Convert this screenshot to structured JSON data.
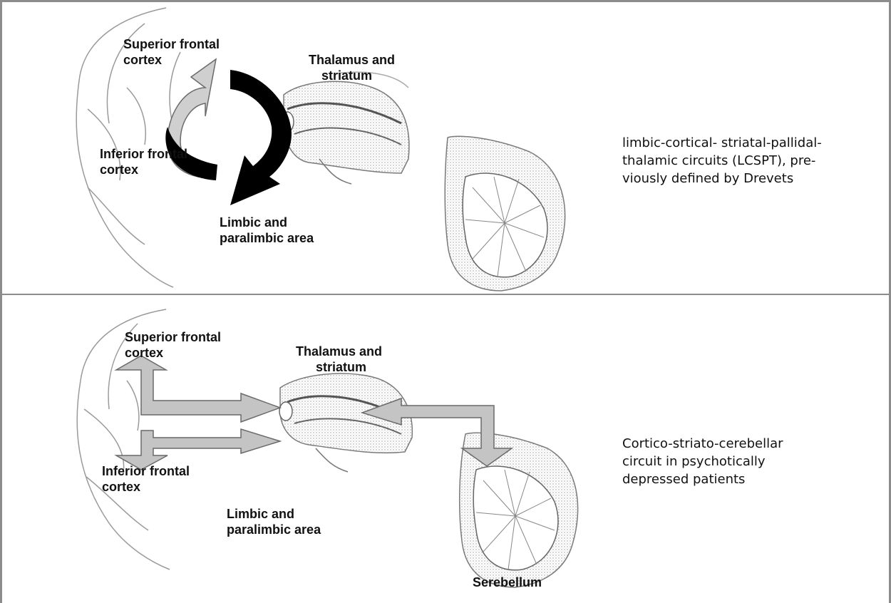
{
  "panels": [
    {
      "labels": {
        "superior_frontal": [
          "Superior frontal",
          "cortex"
        ],
        "thalamus": [
          "Thalamus and",
          "striatum"
        ],
        "inferior_frontal": [
          "Inferior frontal",
          "cortex"
        ],
        "limbic": [
          "Limbic and",
          "paralimbic area"
        ]
      },
      "caption": [
        "limbic-cortical- striatal-pallidal-",
        "thalamic circuits (LCSPT), pre-",
        "viously defined by Drevets"
      ]
    },
    {
      "labels": {
        "superior_frontal": [
          "Superior frontal",
          "cortex"
        ],
        "thalamus": [
          "Thalamus and",
          "striatum"
        ],
        "inferior_frontal": [
          "Inferior frontal",
          "cortex"
        ],
        "limbic": [
          "Limbic and",
          "paralimbic area"
        ],
        "cerebellum": "Serebellum"
      },
      "caption": [
        "Cortico-striato-cerebellar",
        "circuit in psychotically",
        "depressed patients"
      ]
    }
  ],
  "colors": {
    "border": "#8c8c8c",
    "arrow_grey": "#bdbdbd",
    "arrow_black": "#000000"
  }
}
